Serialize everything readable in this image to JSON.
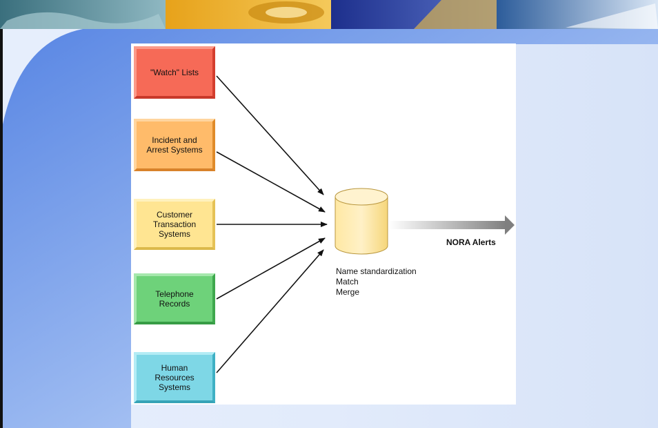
{
  "diagram": {
    "sources": [
      {
        "label": "\"Watch\" Lists"
      },
      {
        "label": "Incident and\nArrest Systems"
      },
      {
        "label": "Customer\nTransaction\nSystems"
      },
      {
        "label": "Telephone\nRecords"
      },
      {
        "label": "Human\nResources\nSystems"
      }
    ],
    "hub": {
      "icon": "database-icon",
      "steps": [
        "Name standardization",
        "Match",
        "Merge"
      ]
    },
    "output": {
      "label": "NORA Alerts"
    }
  },
  "colors": {
    "watch": "#f66a57",
    "incident": "#ffbb6a",
    "customer": "#ffe592",
    "telephone": "#6ed27a",
    "hr": "#7ed7e6",
    "database": "#ffe7a0"
  }
}
